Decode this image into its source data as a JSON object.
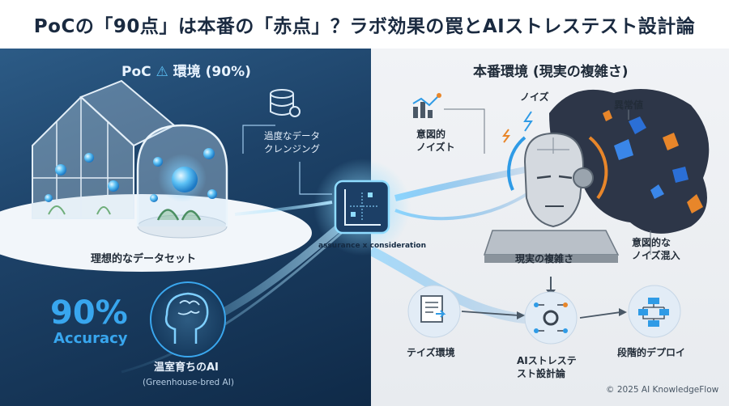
{
  "title": "PoCの「90点」は本番の「赤点」？ラボ効果の罠とAIストレステスト設計論",
  "left": {
    "heading_prefix": "PoC",
    "heading_suffix": "環境 (90%)",
    "data_cleansing_line1": "過度なデータ",
    "data_cleansing_line2": "クレンジング",
    "ideal_dataset": "理想的なデータセット",
    "accuracy_value": "90%",
    "accuracy_label": "Accuracy",
    "greenhouse_ai": "温室育ちのAI",
    "greenhouse_ai_en": "(Greenhouse-bred AI)"
  },
  "center": {
    "assurance_label": "assurance x consideration"
  },
  "right": {
    "heading": "本番環境 (現実の複雑さ)",
    "noise": "ノイズ",
    "anomaly": "異常値",
    "intent_noise_line1": "意図的",
    "intent_noise_line2": "ノイズト",
    "real_complexity": "現実の複雑さ",
    "intent_mix_line1": "意図的な",
    "intent_mix_line2": "ノイズ混入",
    "noise_env": "テイズ環境",
    "stress_test_line1": "AIストレステ",
    "stress_test_line2": "スト設計論",
    "staged_deploy": "段階的デプロイ"
  },
  "footer": {
    "copyright": "© 2025 AI KnowledgeFlow"
  },
  "colors": {
    "left_bg": "#1d4268",
    "right_bg": "#eef0f3",
    "accent_blue": "#2f9be6",
    "accuracy_blue": "#38a6ee",
    "anomaly_blue": "#2b6fd6",
    "anomaly_orange": "#e8862a"
  },
  "icons": [
    "warning-triangle-icon",
    "database-gear-icon",
    "chart-icon",
    "greenhouse-icon",
    "glass-dome-icon",
    "ai-head-icon",
    "robot-head-icon",
    "line-chart-icon",
    "document-arrow-icon",
    "gear-network-icon",
    "flowchart-icon"
  ]
}
